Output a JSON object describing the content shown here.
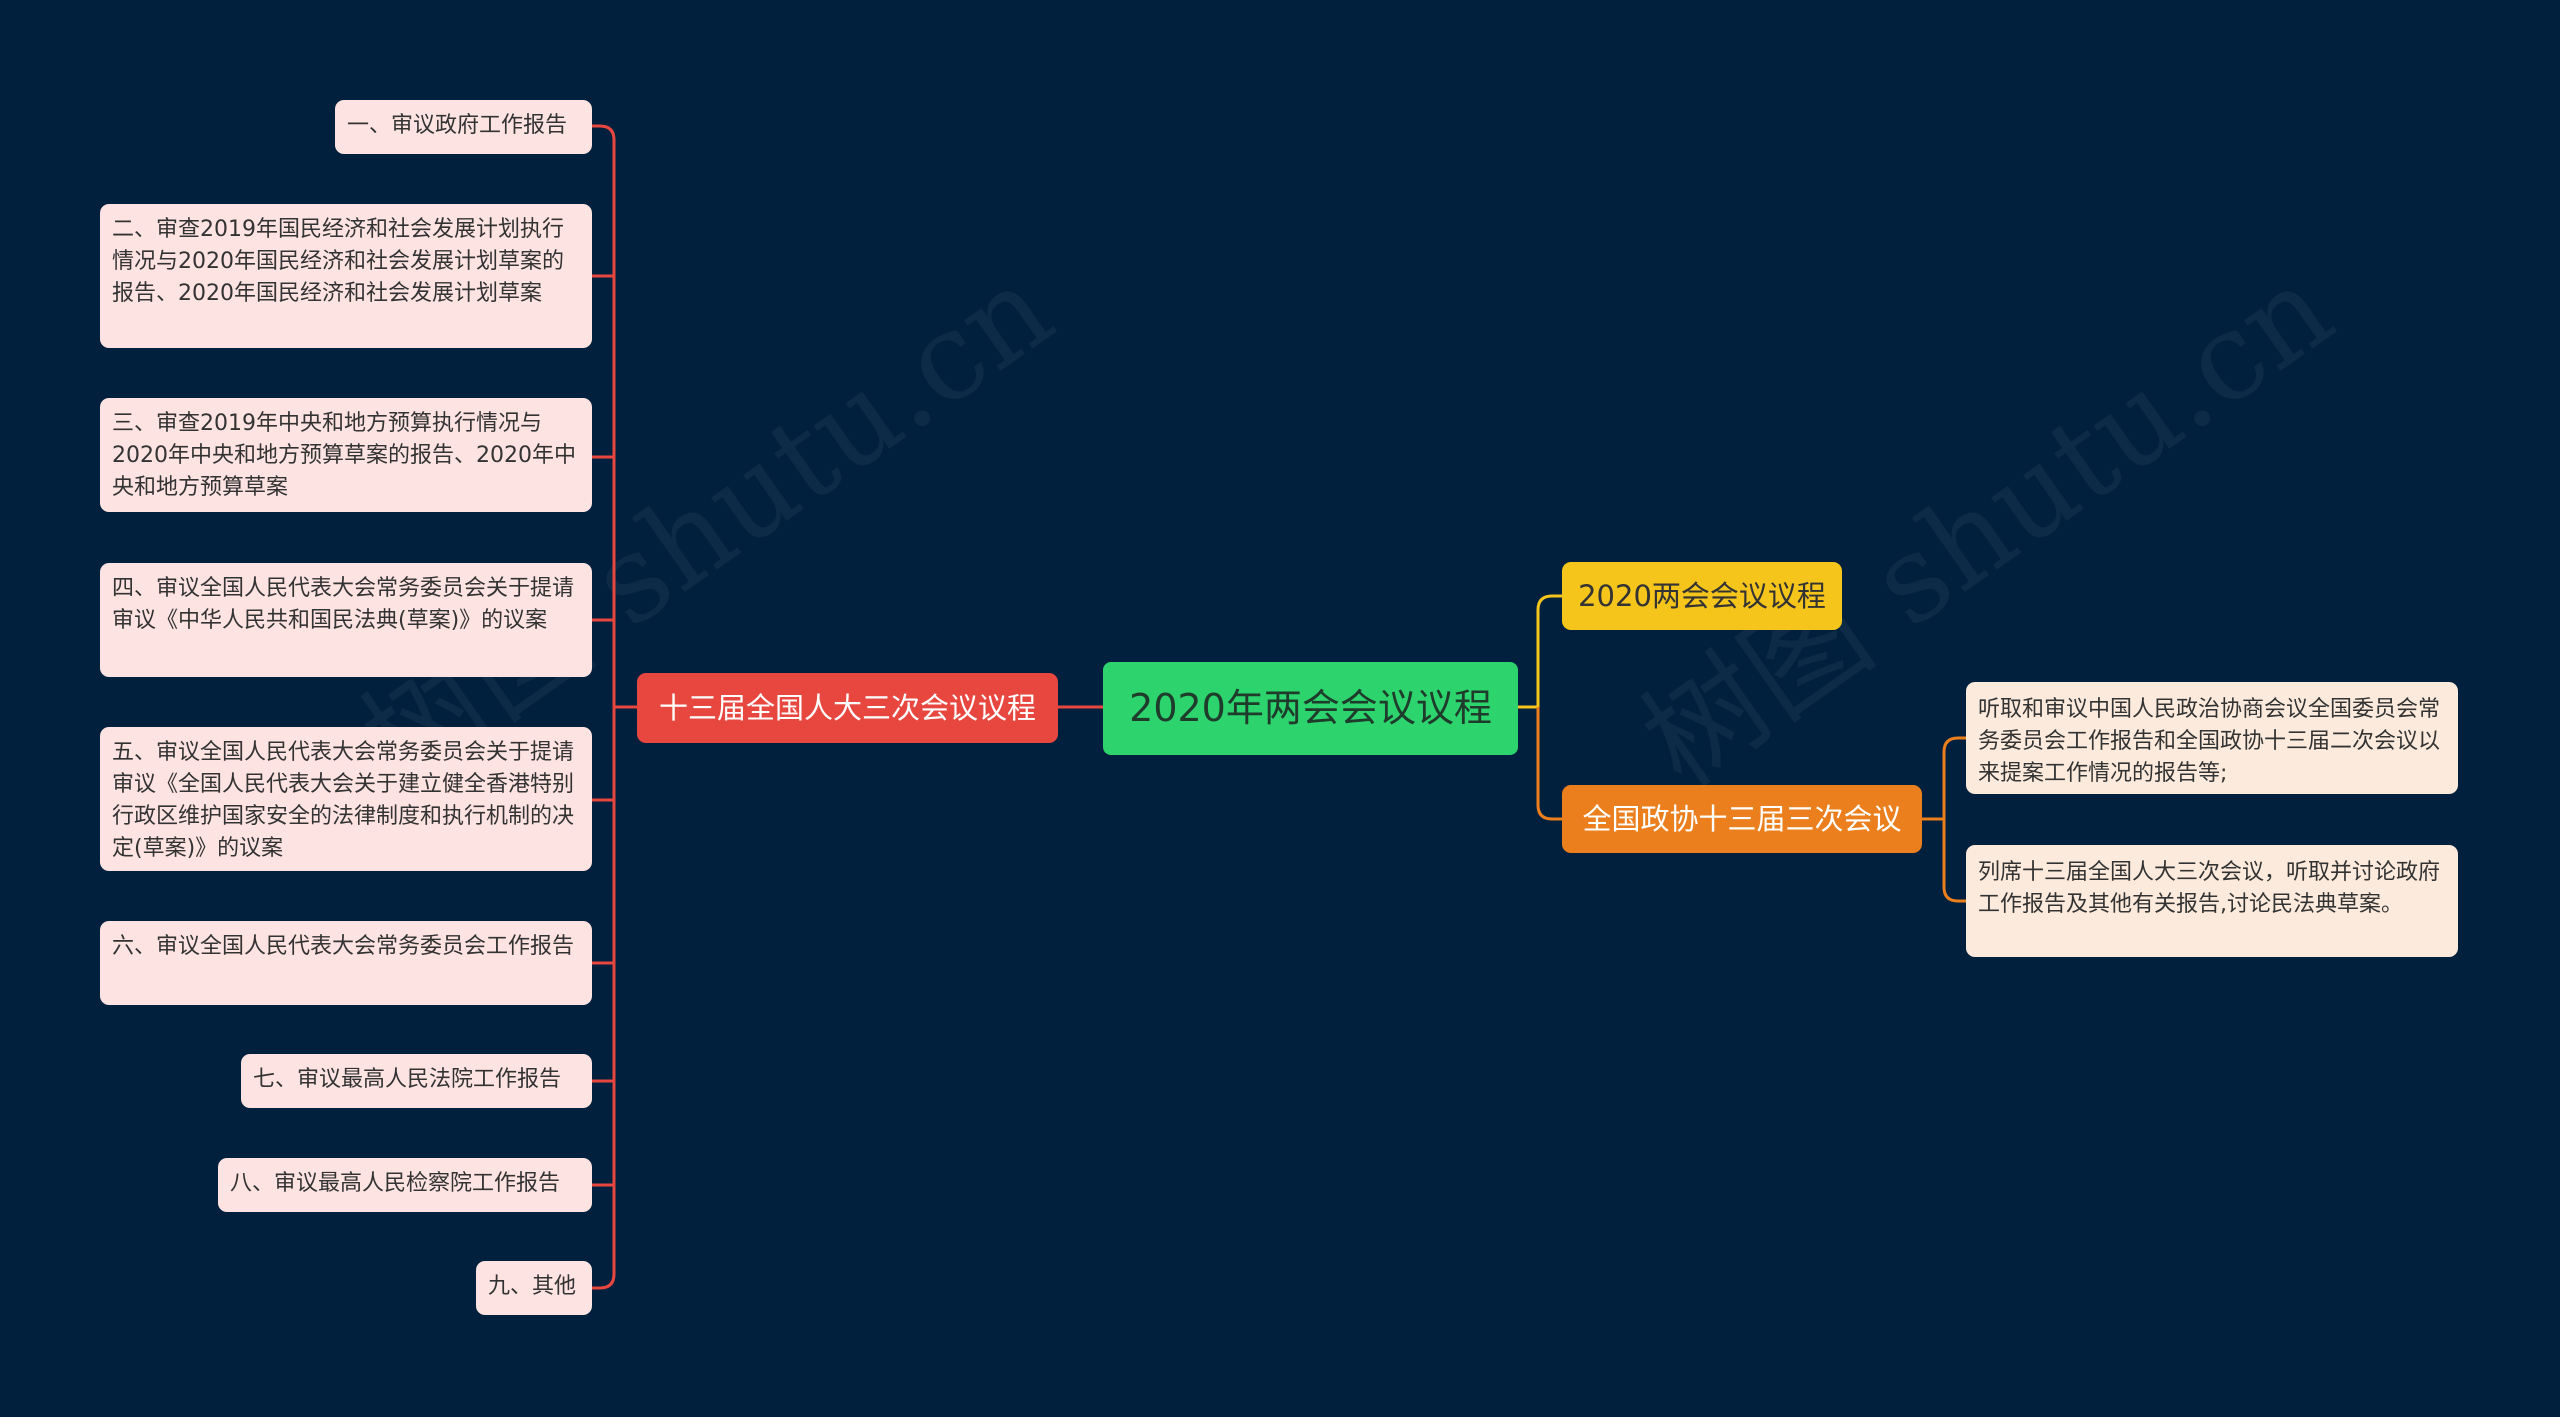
{
  "colors": {
    "background": "#01203d",
    "center": "#2dd36d",
    "branch_left": "#e8473f",
    "branch_yellow": "#f5c51b",
    "branch_orange": "#eb7f1d",
    "leaf_left_fill": "#fde3e1",
    "leaf_right_fill": "#fcebdc",
    "line_left": "#e8473f",
    "line_yellow": "#f5c51b",
    "line_orange": "#eb7f1d"
  },
  "watermark": "树图 shutu.cn",
  "center": {
    "label": "2020年两会会议议程"
  },
  "left_branch": {
    "label": "十三届全国人大三次会议议程",
    "items": [
      "一、审议政府工作报告",
      "二、审查2019年国民经济和社会发展计划执行情况与2020年国民经济和社会发展计划草案的报告、2020年国民经济和社会发展计划草案",
      "三、审查2019年中央和地方预算执行情况与2020年中央和地方预算草案的报告、2020年中央和地方预算草案",
      "四、审议全国人民代表大会常务委员会关于提请审议《中华人民共和国民法典(草案)》的议案",
      "五、审议全国人民代表大会常务委员会关于提请审议《全国人民代表大会关于建立健全香港特别行政区维护国家安全的法律制度和执行机制的决定(草案)》的议案",
      "六、审议全国人民代表大会常务委员会工作报告",
      "七、审议最高人民法院工作报告",
      "八、审议最高人民检察院工作报告",
      "九、其他"
    ]
  },
  "right_branches": [
    {
      "label": "2020两会会议议程",
      "items": []
    },
    {
      "label": "全国政协十三届三次会议",
      "items": [
        "听取和审议中国人民政治协商会议全国委员会常务委员会工作报告和全国政协十三届二次会议以来提案工作情况的报告等;",
        "列席十三届全国人大三次会议，听取并讨论政府工作报告及其他有关报告,讨论民法典草案。"
      ]
    }
  ]
}
